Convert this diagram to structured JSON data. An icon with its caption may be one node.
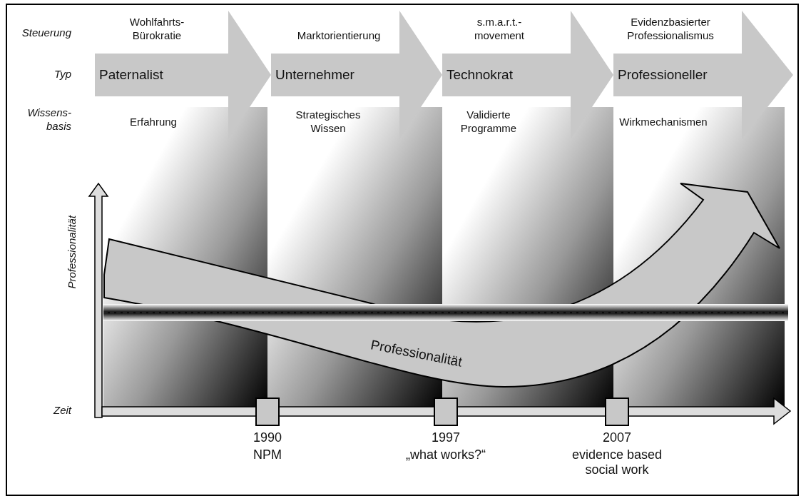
{
  "diagram": {
    "nodes": [
      {
        "text": [
          "Paternalist"
        ],
        "beside": [
          "Wohlfahrts- Bürokratie",
          "Erfahrung"
        ]
      },
      {
        "text": [
          "Unternehmer"
        ],
        "beside": [
          "Marktorientierung",
          "Strategisches Wissen"
        ]
      },
      {
        "text": [
          "Technokrat"
        ],
        "beside": [
          "s.m.a.r.t.- movement",
          "Validierte Programme"
        ]
      },
      {
        "text": [
          "Professioneller"
        ],
        "beside": [
          "Evidenzbasierter Professionalismus",
          "Wirkmechanismen"
        ]
      },
      {
        "text": [
          "Professionalität"
        ]
      },
      {
        "text": [],
        "shape": "box",
        "beside": [
          "1990",
          "NPM"
        ]
      },
      {
        "text": [],
        "shape": "box",
        "beside": [
          "1997",
          "„what works?“"
        ]
      },
      {
        "text": [],
        "shape": "box",
        "beside": [
          "2007",
          "evidence based social work"
        ]
      }
    ],
    "labels": [
      "Steuerung",
      "Typ",
      "Wissens- basis",
      "Professionalität",
      "Zeit"
    ]
  }
}
